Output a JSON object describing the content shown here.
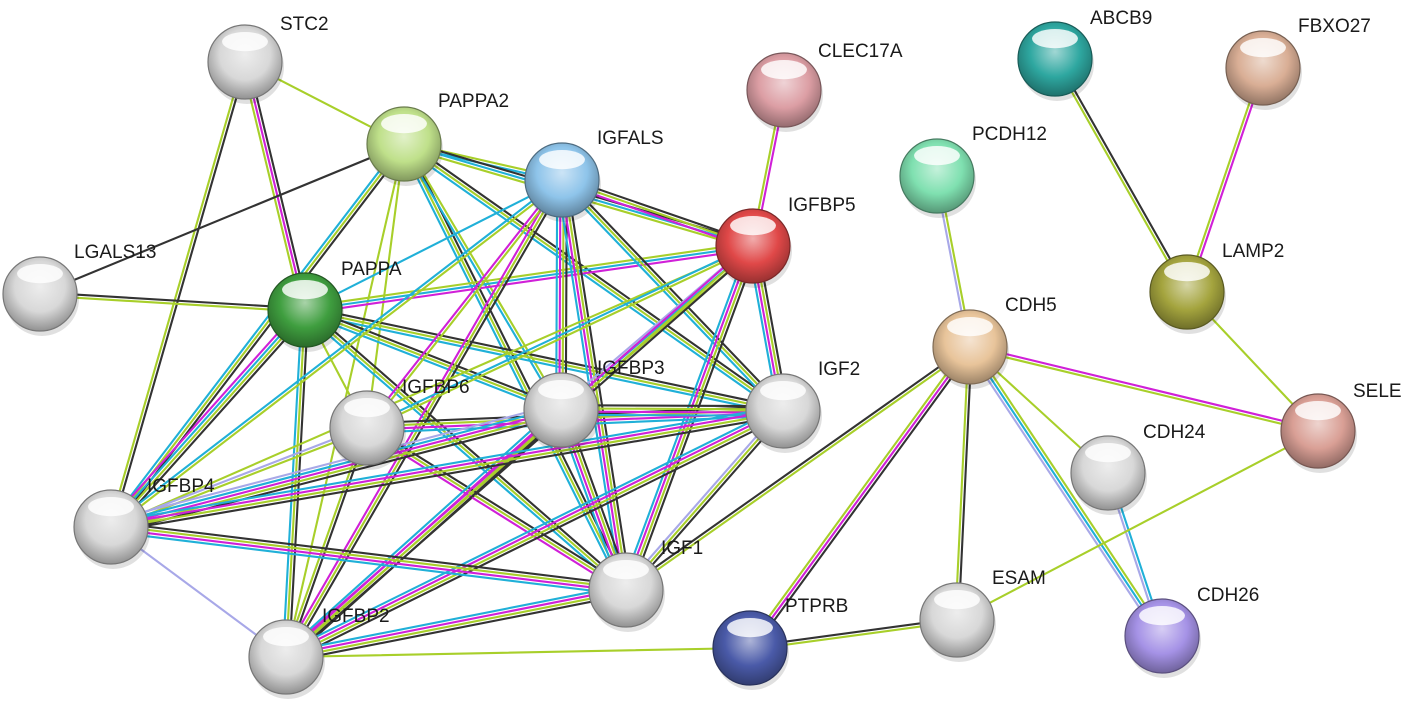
{
  "nodes": [
    {
      "id": "STC2",
      "label": "STC2",
      "color": "#d8d8d8"
    },
    {
      "id": "PAPPA2",
      "label": "PAPPA2",
      "color": "#bfe08a"
    },
    {
      "id": "IGFALS",
      "label": "IGFALS",
      "color": "#8ec4ea"
    },
    {
      "id": "CLEC17A",
      "label": "CLEC17A",
      "color": "#dc9ea4"
    },
    {
      "id": "IGFBP5",
      "label": "IGFBP5",
      "color": "#e04848"
    },
    {
      "id": "LGALS13",
      "label": "LGALS13",
      "color": "#d8d8d8"
    },
    {
      "id": "PAPPA",
      "label": "PAPPA",
      "color": "#3f9e3f"
    },
    {
      "id": "IGFBP6",
      "label": "IGFBP6",
      "color": "#d8d8d8"
    },
    {
      "id": "IGFBP3",
      "label": "IGFBP3",
      "color": "#d8d8d8"
    },
    {
      "id": "IGF2",
      "label": "IGF2",
      "color": "#d8d8d8"
    },
    {
      "id": "IGFBP4",
      "label": "IGFBP4",
      "color": "#d8d8d8"
    },
    {
      "id": "IGF1",
      "label": "IGF1",
      "color": "#d8d8d8"
    },
    {
      "id": "IGFBP2",
      "label": "IGFBP2",
      "color": "#d8d8d8"
    },
    {
      "id": "PTPRB",
      "label": "PTPRB",
      "color": "#4a5aa8"
    },
    {
      "id": "ESAM",
      "label": "ESAM",
      "color": "#d8d8d8"
    },
    {
      "id": "CDH5",
      "label": "CDH5",
      "color": "#e8c49a"
    },
    {
      "id": "PCDH12",
      "label": "PCDH12",
      "color": "#7fe0b0"
    },
    {
      "id": "CDH24",
      "label": "CDH24",
      "color": "#d8d8d8"
    },
    {
      "id": "CDH26",
      "label": "CDH26",
      "color": "#a592e6"
    },
    {
      "id": "ABCB9",
      "label": "ABCB9",
      "color": "#2ea7a0"
    },
    {
      "id": "FBXO27",
      "label": "FBXO27",
      "color": "#d9ae95"
    },
    {
      "id": "LAMP2",
      "label": "LAMP2",
      "color": "#a4a43e"
    },
    {
      "id": "SELE",
      "label": "SELE",
      "color": "#d99f95"
    }
  ],
  "edge_colors": {
    "black": "#333333",
    "green": "#a8cf2a",
    "magenta": "#d020d8",
    "cyan": "#20b0d8",
    "lavender": "#a8a8e8"
  },
  "edges": [
    {
      "from": "STC2",
      "to": "PAPPA",
      "types": [
        "black",
        "magenta",
        "green"
      ]
    },
    {
      "from": "STC2",
      "to": "PAPPA2",
      "types": [
        "green"
      ]
    },
    {
      "from": "STC2",
      "to": "IGFBP4",
      "types": [
        "black",
        "green"
      ]
    },
    {
      "from": "PAPPA2",
      "to": "LGALS13",
      "types": [
        "black"
      ]
    },
    {
      "from": "PAPPA2",
      "to": "IGFBP4",
      "types": [
        "black",
        "green",
        "cyan"
      ]
    },
    {
      "from": "PAPPA2",
      "to": "IGFBP2",
      "types": [
        "green"
      ]
    },
    {
      "from": "PAPPA2",
      "to": "IGFALS",
      "types": [
        "green",
        "cyan"
      ]
    },
    {
      "from": "PAPPA2",
      "to": "IGFBP5",
      "types": [
        "black",
        "cyan",
        "green"
      ]
    },
    {
      "from": "PAPPA2",
      "to": "IGF1",
      "types": [
        "black",
        "green",
        "cyan"
      ]
    },
    {
      "from": "PAPPA2",
      "to": "IGF2",
      "types": [
        "black",
        "green",
        "cyan"
      ]
    },
    {
      "from": "PAPPA2",
      "to": "IGFBP3",
      "types": [
        "green",
        "cyan"
      ]
    },
    {
      "from": "PAPPA2",
      "to": "IGFBP6",
      "types": [
        "green"
      ]
    },
    {
      "from": "CLEC17A",
      "to": "IGFBP5",
      "types": [
        "magenta",
        "green"
      ]
    },
    {
      "from": "LGALS13",
      "to": "PAPPA",
      "types": [
        "black",
        "green"
      ]
    },
    {
      "from": "PAPPA",
      "to": "IGFBP5",
      "types": [
        "green",
        "cyan",
        "magenta"
      ]
    },
    {
      "from": "PAPPA",
      "to": "IGFALS",
      "types": [
        "cyan"
      ]
    },
    {
      "from": "PAPPA",
      "to": "IGF2",
      "types": [
        "black",
        "green",
        "cyan"
      ]
    },
    {
      "from": "PAPPA",
      "to": "IGFBP3",
      "types": [
        "black",
        "green",
        "cyan"
      ]
    },
    {
      "from": "PAPPA",
      "to": "IGF1",
      "types": [
        "black",
        "green",
        "cyan"
      ]
    },
    {
      "from": "PAPPA",
      "to": "IGFBP4",
      "types": [
        "black",
        "green",
        "cyan",
        "magenta"
      ]
    },
    {
      "from": "PAPPA",
      "to": "IGFBP2",
      "types": [
        "black",
        "green",
        "cyan"
      ]
    },
    {
      "from": "PAPPA",
      "to": "IGFBP6",
      "types": [
        "green"
      ]
    },
    {
      "from": "IGFALS",
      "to": "IGFBP5",
      "types": [
        "black",
        "green",
        "magenta"
      ]
    },
    {
      "from": "IGFALS",
      "to": "IGFBP3",
      "types": [
        "black",
        "green",
        "magenta",
        "cyan"
      ]
    },
    {
      "from": "IGFALS",
      "to": "IGF1",
      "types": [
        "black",
        "green",
        "magenta",
        "cyan"
      ]
    },
    {
      "from": "IGFALS",
      "to": "IGF2",
      "types": [
        "black",
        "green",
        "cyan"
      ]
    },
    {
      "from": "IGFALS",
      "to": "IGFBP2",
      "types": [
        "black",
        "green",
        "magenta"
      ]
    },
    {
      "from": "IGFALS",
      "to": "IGFBP4",
      "types": [
        "green",
        "cyan"
      ]
    },
    {
      "from": "IGFALS",
      "to": "IGFBP6",
      "types": [
        "green",
        "magenta"
      ]
    },
    {
      "from": "IGFBP5",
      "to": "IGF1",
      "types": [
        "black",
        "green",
        "magenta",
        "cyan"
      ]
    },
    {
      "from": "IGFBP5",
      "to": "IGF2",
      "types": [
        "black",
        "green",
        "magenta",
        "cyan"
      ]
    },
    {
      "from": "IGFBP5",
      "to": "IGFBP3",
      "types": [
        "green",
        "cyan",
        "lavender"
      ]
    },
    {
      "from": "IGFBP5",
      "to": "IGFBP4",
      "types": [
        "green"
      ]
    },
    {
      "from": "IGFBP5",
      "to": "IGFBP2",
      "types": [
        "black",
        "green",
        "magenta"
      ]
    },
    {
      "from": "IGFBP5",
      "to": "IGFBP6",
      "types": [
        "green",
        "cyan"
      ]
    },
    {
      "from": "IGFBP6",
      "to": "IGF2",
      "types": [
        "black",
        "green",
        "magenta",
        "cyan"
      ]
    },
    {
      "from": "IGFBP6",
      "to": "IGF1",
      "types": [
        "black",
        "green",
        "magenta"
      ]
    },
    {
      "from": "IGFBP6",
      "to": "IGFBP2",
      "types": [
        "black",
        "green"
      ]
    },
    {
      "from": "IGFBP6",
      "to": "IGFBP4",
      "types": [
        "green",
        "lavender"
      ]
    },
    {
      "from": "IGFBP3",
      "to": "IGF1",
      "types": [
        "black",
        "green",
        "magenta",
        "cyan"
      ]
    },
    {
      "from": "IGFBP3",
      "to": "IGF2",
      "types": [
        "black",
        "green",
        "magenta",
        "cyan"
      ]
    },
    {
      "from": "IGFBP3",
      "to": "IGFBP4",
      "types": [
        "black",
        "green",
        "magenta",
        "cyan",
        "lavender"
      ]
    },
    {
      "from": "IGFBP3",
      "to": "IGFBP2",
      "types": [
        "black",
        "green",
        "magenta",
        "cyan"
      ]
    },
    {
      "from": "IGF2",
      "to": "IGFBP4",
      "types": [
        "black",
        "green",
        "magenta",
        "cyan"
      ]
    },
    {
      "from": "IGF2",
      "to": "IGFBP2",
      "types": [
        "black",
        "green",
        "magenta",
        "cyan"
      ]
    },
    {
      "from": "IGF2",
      "to": "IGF1",
      "types": [
        "black",
        "green",
        "lavender"
      ]
    },
    {
      "from": "IGFBP4",
      "to": "IGF1",
      "types": [
        "black",
        "green",
        "magenta",
        "cyan"
      ]
    },
    {
      "from": "IGFBP4",
      "to": "IGFBP2",
      "types": [
        "lavender"
      ]
    },
    {
      "from": "IGF1",
      "to": "IGFBP2",
      "types": [
        "black",
        "green",
        "magenta",
        "cyan"
      ]
    },
    {
      "from": "IGFBP2",
      "to": "PTPRB",
      "types": [
        "green"
      ]
    },
    {
      "from": "IGF1",
      "to": "CDH5",
      "types": [
        "black",
        "green"
      ]
    },
    {
      "from": "PCDH12",
      "to": "CDH5",
      "types": [
        "green",
        "lavender"
      ]
    },
    {
      "from": "CDH5",
      "to": "PTPRB",
      "types": [
        "black",
        "magenta",
        "green"
      ]
    },
    {
      "from": "CDH5",
      "to": "ESAM",
      "types": [
        "black",
        "green"
      ]
    },
    {
      "from": "CDH5",
      "to": "CDH24",
      "types": [
        "green"
      ]
    },
    {
      "from": "CDH5",
      "to": "CDH26",
      "types": [
        "green",
        "cyan",
        "lavender"
      ]
    },
    {
      "from": "CDH5",
      "to": "SELE",
      "types": [
        "magenta",
        "green"
      ]
    },
    {
      "from": "CDH24",
      "to": "CDH26",
      "types": [
        "cyan",
        "lavender"
      ]
    },
    {
      "from": "PTPRB",
      "to": "ESAM",
      "types": [
        "black",
        "green"
      ]
    },
    {
      "from": "ESAM",
      "to": "SELE",
      "types": [
        "green"
      ]
    },
    {
      "from": "ABCB9",
      "to": "LAMP2",
      "types": [
        "black",
        "green"
      ]
    },
    {
      "from": "FBXO27",
      "to": "LAMP2",
      "types": [
        "magenta",
        "green"
      ]
    },
    {
      "from": "LAMP2",
      "to": "SELE",
      "types": [
        "green"
      ]
    }
  ]
}
